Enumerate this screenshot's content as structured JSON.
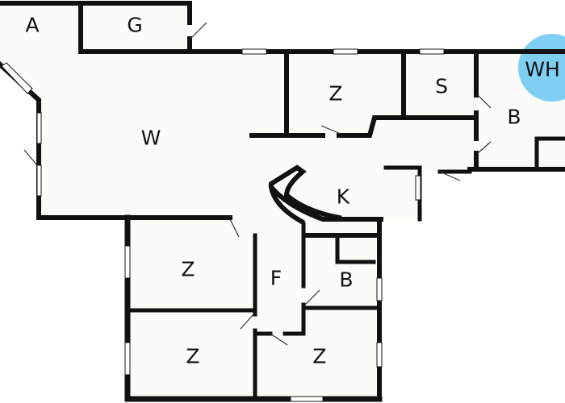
{
  "colors": {
    "background": "#ffffff",
    "floor": "#fbfbf7",
    "wall": "#111111",
    "window": "#ffffff",
    "door_line": "#333333",
    "whirlpool": "#7fcff3"
  },
  "rooms": [
    {
      "id": "A",
      "label": "A"
    },
    {
      "id": "G",
      "label": "G"
    },
    {
      "id": "W",
      "label": "W"
    },
    {
      "id": "Z1",
      "label": "Z"
    },
    {
      "id": "S",
      "label": "S"
    },
    {
      "id": "B1",
      "label": "B"
    },
    {
      "id": "WH",
      "label": "WH"
    },
    {
      "id": "K",
      "label": "K"
    },
    {
      "id": "Z2",
      "label": "Z"
    },
    {
      "id": "F",
      "label": "F"
    },
    {
      "id": "B2",
      "label": "B"
    },
    {
      "id": "Z3",
      "label": "Z"
    },
    {
      "id": "Z4",
      "label": "Z"
    }
  ]
}
